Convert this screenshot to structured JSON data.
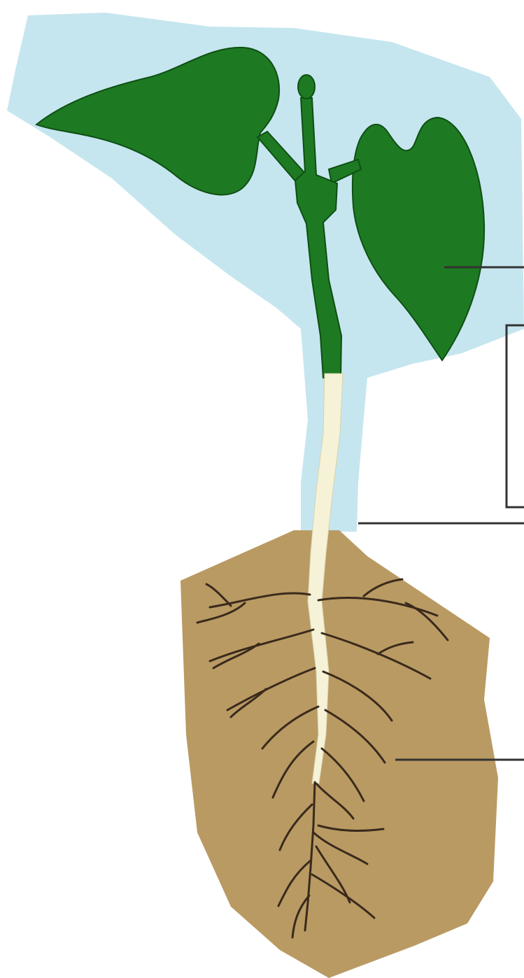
{
  "diagram": {
    "subject": "plant-seedling-with-roots",
    "colors": {
      "background": "#ffffff",
      "air": "#c5e6ef",
      "leaf": "#1d7a22",
      "leaf_outline": "#0f4f14",
      "stem_green": "#1f7f25",
      "stem_pale": "#f5f2d8",
      "soil": "#b99a63",
      "root_dark": "#3a2a1c",
      "leader_line": "#333333"
    },
    "parts": [
      "left-leaf",
      "right-leaf",
      "stem",
      "soil",
      "tap-root",
      "lateral-roots"
    ],
    "labels": []
  }
}
